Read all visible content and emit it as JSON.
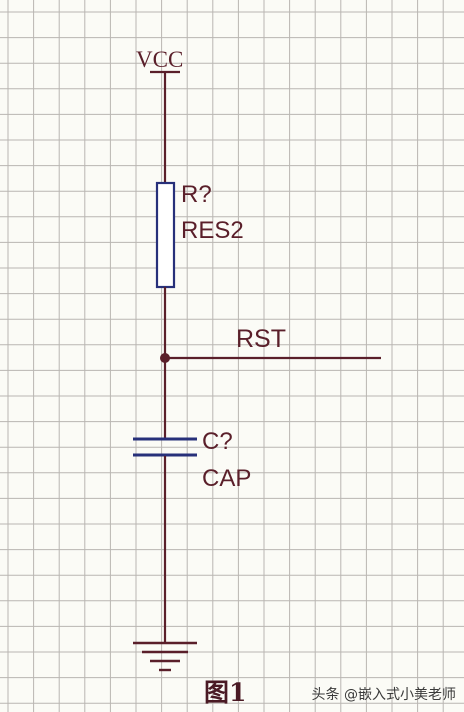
{
  "labels": {
    "power": "VCC",
    "resistor_ref": "R?",
    "resistor_value": "RES2",
    "net": "RST",
    "capacitor_ref": "C?",
    "capacitor_value": "CAP"
  },
  "caption": "图1",
  "watermark": "头条 @嵌入式小美老师",
  "colors": {
    "grid": "#b9b6b2",
    "wire": "#5a1f2a",
    "component": "#27307a",
    "junction": "#5a1f2a",
    "background": "#fbfbf6"
  }
}
